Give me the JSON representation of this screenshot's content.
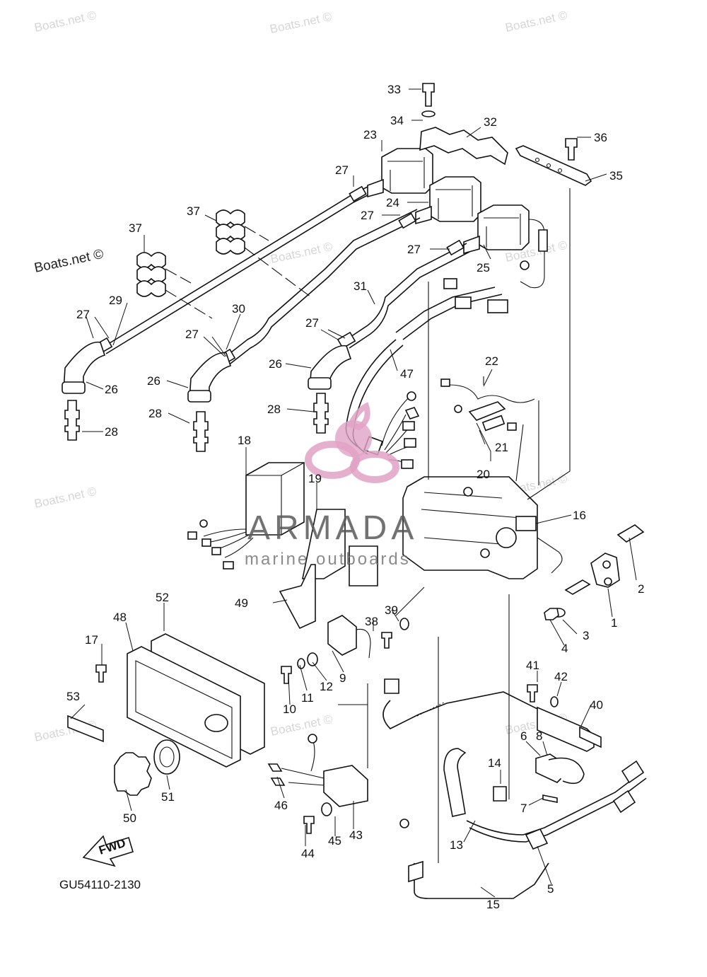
{
  "watermarks": {
    "site": "Boats.net ©",
    "site_dark": "Boats.net ©"
  },
  "brand": {
    "name": "ARMADA",
    "tagline": "marine outboards",
    "color": "#e0a2c6"
  },
  "diagram_code": "GU54110-2130",
  "fwd_label": "FWD",
  "callouts": {
    "n1": "1",
    "n2": "2",
    "n3": "3",
    "n4": "4",
    "n5": "5",
    "n6": "6",
    "n7": "7",
    "n8": "8",
    "n9": "9",
    "n10": "10",
    "n11": "11",
    "n12": "12",
    "n13": "13",
    "n14": "14",
    "n15": "15",
    "n16": "16",
    "n17": "17",
    "n18": "18",
    "n19": "19",
    "n20": "20",
    "n21": "21",
    "n22": "22",
    "n23": "23",
    "n24": "24",
    "n25": "25",
    "n26": "26",
    "n27": "27",
    "n28": "28",
    "n29": "29",
    "n30": "30",
    "n31": "31",
    "n32": "32",
    "n33": "33",
    "n34": "34",
    "n35": "35",
    "n36": "36",
    "n37": "37",
    "n38": "38",
    "n39": "39",
    "n40": "40",
    "n41": "41",
    "n42": "42",
    "n43": "43",
    "n44": "44",
    "n45": "45",
    "n46": "46",
    "n47": "47",
    "n48": "48",
    "n49": "49",
    "n50": "50",
    "n51": "51",
    "n52": "52",
    "n53": "53"
  }
}
